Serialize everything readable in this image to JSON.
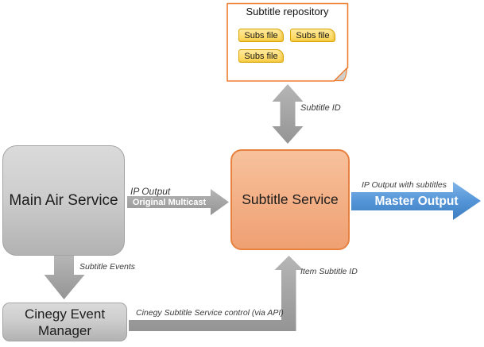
{
  "repository": {
    "title": "Subtitle repository",
    "files": [
      "Subs file",
      "Subs file",
      "Subs file"
    ]
  },
  "nodes": {
    "main_air_service": "Main Air Service",
    "subtitle_service": "Subtitle Service",
    "cinegy_event_manager": "Cinegy Event Manager"
  },
  "labels": {
    "subtitle_id": "Subtitle ID",
    "ip_output": "IP Output",
    "original_multicast": "Original Multicast",
    "ip_output_with_subtitles": "IP Output with subtitles",
    "master_output": "Master Output",
    "subtitle_events": "Subtitle Events",
    "api_control": "Cinegy Subtitle Service control (via API)",
    "item_subtitle_id": "Item Subtitle ID"
  },
  "colors": {
    "repository_border": "#ED7D31",
    "subtitle_service_fill": "#F3AE84",
    "subtitle_service_border": "#E8813F",
    "gray_node_fill": "#CECECE",
    "gray_arrow_fill": "#A6A6A6",
    "master_output_arrow_fill": "#5B9BD5",
    "subs_file_fill": "#FFD966",
    "subs_file_border": "#D9A400"
  }
}
